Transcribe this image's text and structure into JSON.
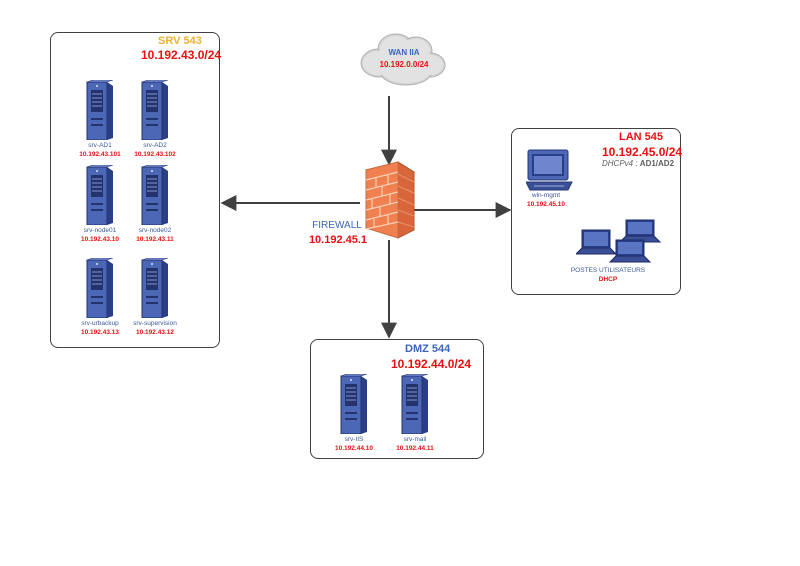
{
  "wan": {
    "name": "WAN IIA",
    "subnet": "10.192.0.0/24"
  },
  "firewall": {
    "name": "FIREWALL",
    "ip": "10.192.45.1"
  },
  "srv": {
    "name": "SRV 543",
    "subnet": "10.192.43.0/24",
    "hosts": [
      {
        "name": "srv-AD1",
        "ip": "10.192.43.101"
      },
      {
        "name": "srv-AD2",
        "ip": "10.192.43.102"
      },
      {
        "name": "srv-node01",
        "ip": "10.192.43.10"
      },
      {
        "name": "srv-node02",
        "ip": "10.192.43.11"
      },
      {
        "name": "srv-urbackup",
        "ip": "10.192.43.13"
      },
      {
        "name": "srv-supervision",
        "ip": "10.192.43.12"
      }
    ]
  },
  "lan": {
    "name": "LAN 545",
    "subnet": "10.192.45.0/24",
    "dhcp_label": "DHCPv4",
    "dhcp_sep": " : ",
    "dhcp_servers": "AD1/AD2",
    "mgmt": {
      "name": "win-mgmt",
      "ip": "10.192.45.10"
    },
    "clients": {
      "name": "POSTES UTILISATEURS",
      "note": "DHCP"
    }
  },
  "dmz": {
    "name": "DMZ 544",
    "subnet": "10.192.44.0/24",
    "hosts": [
      {
        "name": "srv-IIS",
        "ip": "10.192.44.10"
      },
      {
        "name": "srv-mail",
        "ip": "10.192.44.11"
      }
    ]
  },
  "colors": {
    "srv_title": "#f0b030",
    "zone_title_blue": "#3a66b8",
    "subnet_red": "#e81010",
    "firewall_brick": "#f08050",
    "server_blue": "#4c67b5",
    "link": "#404040"
  }
}
